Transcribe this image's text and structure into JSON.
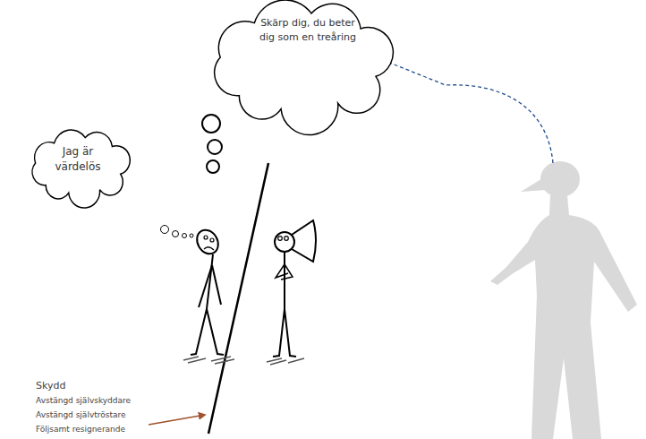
{
  "diagram": {
    "nodes": [
      {
        "text": [
          "Skärp dig, du beter dig som en treåring"
        ]
      },
      {
        "text": [
          "Jag är värdelös"
        ]
      }
    ],
    "labels": [
      "Skydd",
      "Avstängd självskyddare",
      "Avstängd självtröstare",
      "Följsamt resignerande"
    ]
  }
}
